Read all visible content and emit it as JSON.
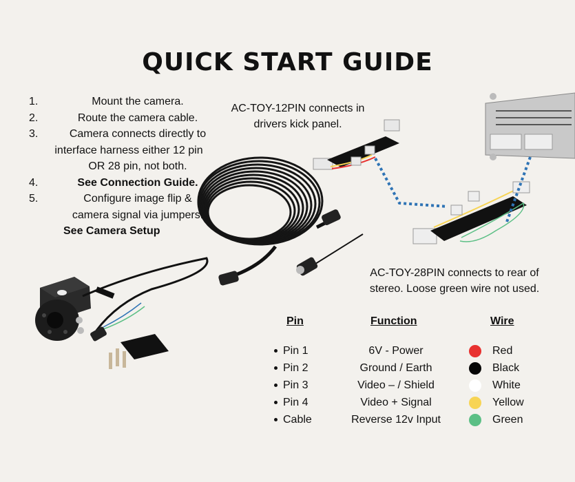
{
  "title": "QUICK START GUIDE",
  "steps": [
    {
      "num": "1.",
      "text": "Mount the camera."
    },
    {
      "num": "2.",
      "text": "Route the camera cable."
    },
    {
      "num": "3.",
      "text": "Camera connects directly to"
    },
    {
      "num": "",
      "text": "interface harness either 12 pin"
    },
    {
      "num": "",
      "text": "OR 28 pin, not both."
    },
    {
      "num": "4.",
      "text": "See Connection Guide."
    },
    {
      "num": "5.",
      "text": "Configure image flip &"
    },
    {
      "num": "",
      "text": "camera signal via jumpers."
    },
    {
      "num": "",
      "text": "See Camera Setup"
    }
  ],
  "captions": {
    "pin12_line1": "AC-TOY-12PIN connects in",
    "pin12_line2": "drivers kick panel.",
    "pin28_line1": "AC-TOY-28PIN connects to rear of",
    "pin28_line2": "stereo. Loose green wire not used."
  },
  "table": {
    "headers": {
      "pin": "Pin",
      "function": "Function",
      "wire": "Wire"
    },
    "rows": [
      {
        "pin": "Pin 1",
        "function": "6V - Power",
        "wire": "Red",
        "color": "#e8312f"
      },
      {
        "pin": "Pin 2",
        "function": "Ground / Earth",
        "wire": "Black",
        "color": "#050505"
      },
      {
        "pin": "Pin 3",
        "function": "Video – / Shield",
        "wire": "White",
        "color": "#ffffff"
      },
      {
        "pin": "Pin 4",
        "function": "Video + Signal",
        "wire": "Yellow",
        "color": "#f7d454"
      },
      {
        "pin": "Cable",
        "function": "Reverse 12v Input",
        "wire": "Green",
        "color": "#5bbf85"
      }
    ]
  },
  "colors": {
    "background": "#f3f1ed",
    "dotted_line": "#2f74b5"
  }
}
